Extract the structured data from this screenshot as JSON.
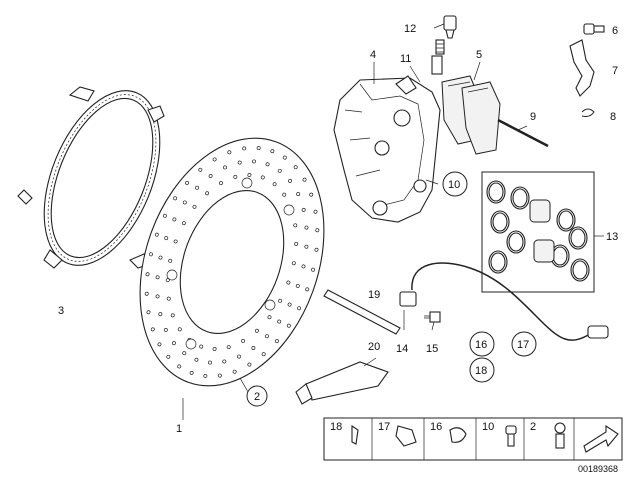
{
  "diagram": {
    "labels": {
      "n1": "1",
      "n2": "2",
      "n3": "3",
      "n4": "4",
      "n5": "5",
      "n6": "6",
      "n7": "7",
      "n8": "8",
      "n9": "9",
      "n10": "10",
      "n11": "11",
      "n12": "12",
      "n13": "13",
      "n14": "14",
      "n15": "15",
      "n16": "16",
      "n17": "17",
      "n18": "18",
      "n19": "19",
      "n20": "20"
    },
    "legend": {
      "c18": "18",
      "c17": "17",
      "c16": "16",
      "c10": "10",
      "c2": "2"
    },
    "reference": "00189368"
  }
}
